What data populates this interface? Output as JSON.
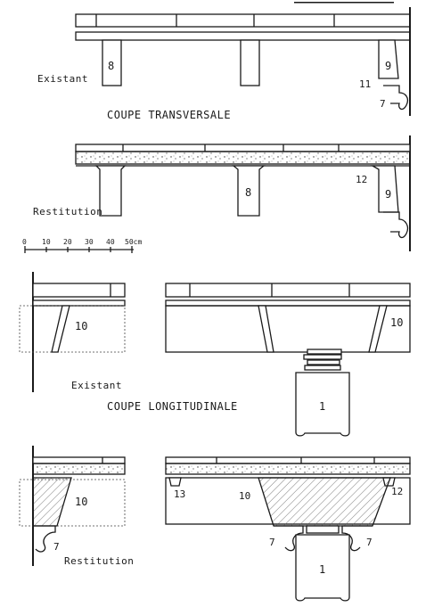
{
  "captions": {
    "transverse_title": "COUPE TRANSVERSALE",
    "longitudinal_title": "COUPE LONGITUDINALE",
    "existing_top": "Existant",
    "restitution_top": "Restitution",
    "existing_bottom": "Existant",
    "restitution_bottom": "Restitution"
  },
  "scale_bar": {
    "ticks": [
      "0",
      "10",
      "20",
      "30",
      "40",
      "50cm"
    ]
  },
  "labels": {
    "t_ex_8": "8",
    "t_ex_9": "9",
    "t_ex_11": "11",
    "t_ex_7": "7",
    "t_re_8": "8",
    "t_re_12": "12",
    "t_re_9": "9",
    "l_ex_10a": "10",
    "l_ex_10b": "10",
    "l_ex_1": "1",
    "l_re_10a": "10",
    "l_re_7a": "7",
    "l_re_13": "13",
    "l_re_10b": "10",
    "l_re_12": "12",
    "l_re_7b": "7",
    "l_re_7c": "7",
    "l_re_1": "1"
  }
}
